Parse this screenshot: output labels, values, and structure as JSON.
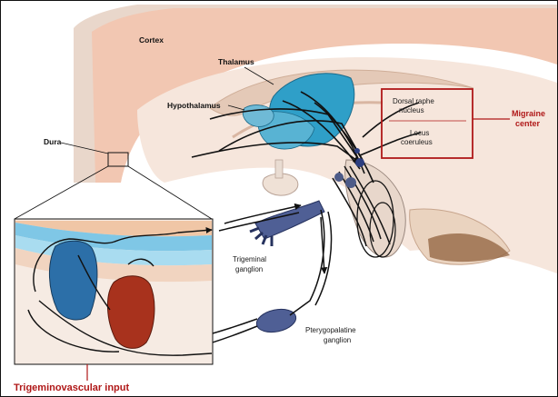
{
  "labels": {
    "cortex": "Cortex",
    "thalamus": "Thalamus",
    "hypothalamus": "Hypothalamus",
    "dura": "Dura",
    "dorsal_raphe_1": "Dorsal raphe",
    "dorsal_raphe_2": "nucleus",
    "locus_1": "Locus",
    "locus_2": "coeruleus",
    "migraine_1": "Migraine",
    "migraine_2": "center",
    "trigeminal_1": "Trigeminal",
    "trigeminal_2": "ganglion",
    "ptery_1": "Pterygopalatine",
    "ptery_2": "ganglion",
    "trigeminovascular": "Trigeminovascular input"
  },
  "colors": {
    "thalamus": "#2f9fc8",
    "brain_tissue": "#f3e2d6",
    "cortex_band": "#e7c8b4",
    "vessel_blue": "#2c6fa8",
    "vessel_red": "#a8321d",
    "nerve": "#1a1a1a",
    "migraine_box": "#b01818",
    "ganglion": "#4f5f95"
  }
}
